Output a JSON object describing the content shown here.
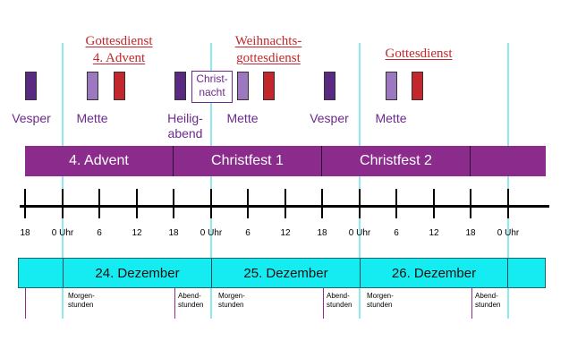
{
  "services_top": {
    "gottesdienst_1": {
      "line1": "Gottesdienst",
      "line2": "4. Advent"
    },
    "weihnachts": {
      "line1": "Weihnachts-",
      "line2": "gottesdienst"
    },
    "gottesdienst_2": {
      "line1": "Gottesdienst"
    }
  },
  "service_labels": {
    "vesper_1": "Vesper",
    "mette_1": "Mette",
    "heiligabend_line1": "Heilig-",
    "heiligabend_line2": "abend",
    "mette_2": "Mette",
    "vesper_2": "Vesper",
    "mette_3": "Mette",
    "christnacht_line1": "Christ-",
    "christnacht_line2": "nacht"
  },
  "colors": {
    "vesper": "#5a2a82",
    "mette": "#9c78bf",
    "gottesdienst": "#c4272b",
    "band_purple": "#8b2c8c",
    "band_cyan": "#14ecf2",
    "guide_cyan": "#8ee8ee"
  },
  "church_days": [
    "4. Advent",
    "Christfest 1",
    "Christfest 2"
  ],
  "calendar_days": [
    "24. Dezember",
    "25. Dezember",
    "26. Dezember"
  ],
  "tick_labels": [
    "18",
    "0 Uhr",
    "6",
    "12",
    "18",
    "0 Uhr",
    "6",
    "12",
    "18",
    "0 Uhr",
    "6",
    "12",
    "18",
    "0 Uhr"
  ],
  "periods": {
    "morgen": "Morgen-\nstunden",
    "abend": "Abend-\nstunden"
  }
}
